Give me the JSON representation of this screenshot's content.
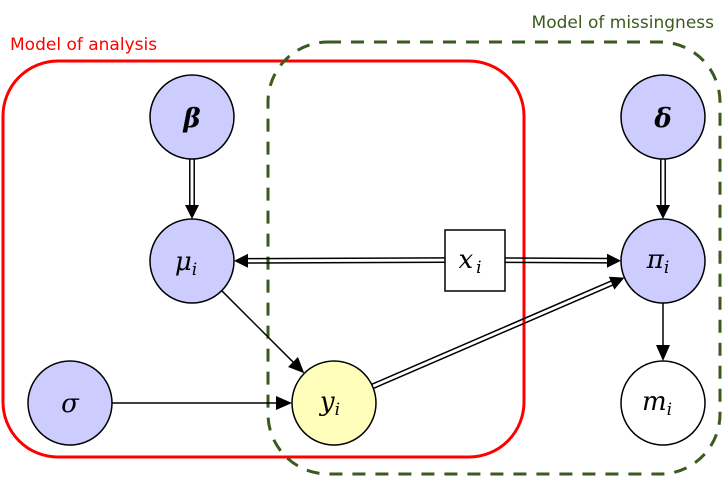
{
  "colors": {
    "analysis_plate": "#ff0000",
    "missingness_plate": "#3a5a1e",
    "parameter_fill": "#ccccff",
    "outcome_fill": "#ffffbb",
    "observed_fill": "#ffffff",
    "edge": "#000000"
  },
  "plates": {
    "analysis": {
      "label": "Model of analysis"
    },
    "missingness": {
      "label": "Model of missingness"
    }
  },
  "nodes": {
    "beta": {
      "symbol": "β",
      "subscript": "",
      "kind": "parameter"
    },
    "mu": {
      "symbol": "μ",
      "subscript": "i",
      "kind": "parameter"
    },
    "sigma": {
      "symbol": "σ",
      "subscript": "",
      "kind": "parameter"
    },
    "y": {
      "symbol": "y",
      "subscript": "i",
      "kind": "outcome"
    },
    "x": {
      "symbol": "x",
      "subscript": "i",
      "kind": "covariate"
    },
    "delta": {
      "symbol": "δ",
      "subscript": "",
      "kind": "parameter"
    },
    "pi": {
      "symbol": "π",
      "subscript": "i",
      "kind": "parameter"
    },
    "m": {
      "symbol": "m",
      "subscript": "i",
      "kind": "observed"
    }
  },
  "edges": [
    {
      "from": "beta",
      "to": "mu",
      "style": "double"
    },
    {
      "from": "x",
      "to": "mu",
      "style": "double"
    },
    {
      "from": "x",
      "to": "pi",
      "style": "double"
    },
    {
      "from": "mu",
      "to": "y",
      "style": "single"
    },
    {
      "from": "sigma",
      "to": "y",
      "style": "single"
    },
    {
      "from": "y",
      "to": "pi",
      "style": "double"
    },
    {
      "from": "delta",
      "to": "pi",
      "style": "double"
    },
    {
      "from": "pi",
      "to": "m",
      "style": "single"
    }
  ]
}
